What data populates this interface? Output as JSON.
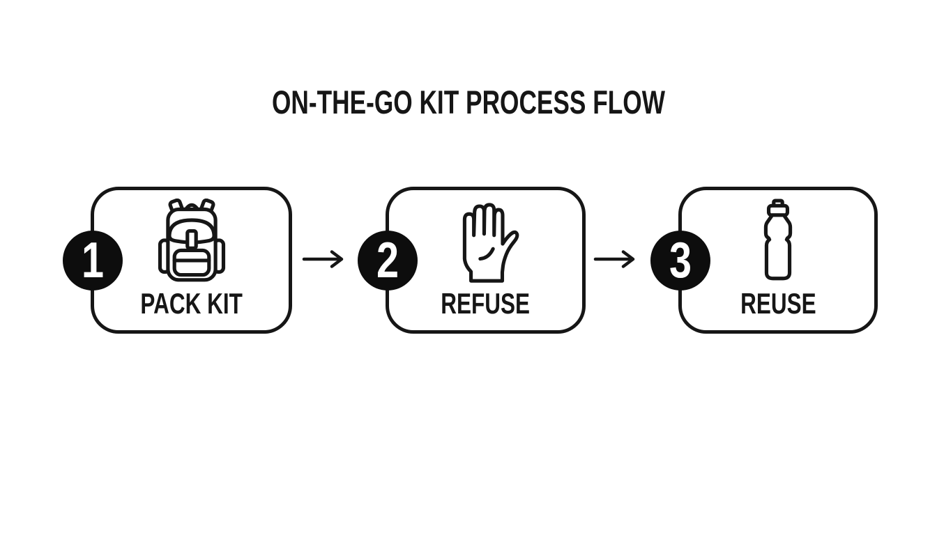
{
  "title": "ON-THE-GO KIT PROCESS FLOW",
  "steps": [
    {
      "number": "1",
      "label": "PACK KIT",
      "icon": "backpack-icon"
    },
    {
      "number": "2",
      "label": "REFUSE",
      "icon": "hand-stop-icon"
    },
    {
      "number": "3",
      "label": "REUSE",
      "icon": "water-bottle-icon"
    }
  ],
  "connectors": [
    {
      "glyph": "→"
    },
    {
      "glyph": "→"
    }
  ],
  "colors": {
    "background": "#ffffff",
    "ink": "#161616",
    "badge_bg": "#0d0d0d",
    "badge_text": "#ffffff"
  }
}
